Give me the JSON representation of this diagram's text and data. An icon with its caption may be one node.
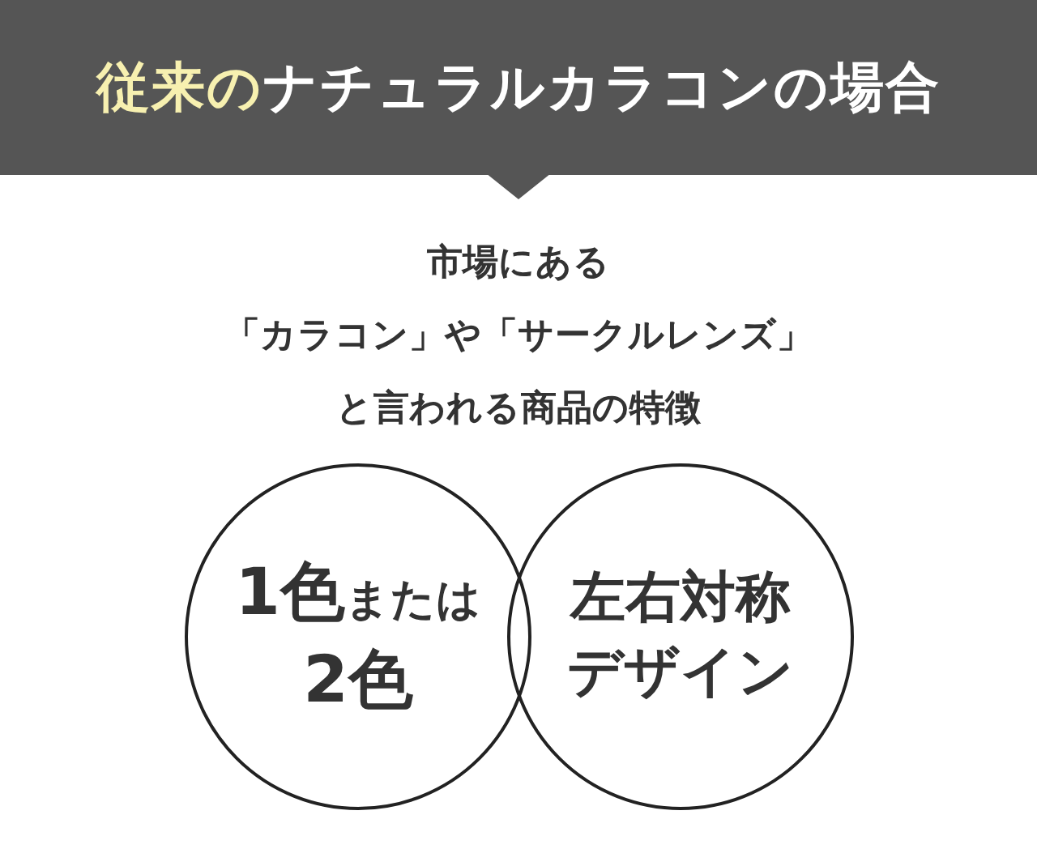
{
  "diagram": {
    "title": "**従来の**ナチュラルカラコンの場合",
    "nodes": [
      {
        "text": [
          "**1色**または**2色**"
        ]
      },
      {
        "text": [
          "左右対称デザイン"
        ]
      }
    ],
    "labels": [
      "市場にある",
      "「カラコン」や「サークルレンズ」",
      "と言われる商品の特徴"
    ]
  }
}
